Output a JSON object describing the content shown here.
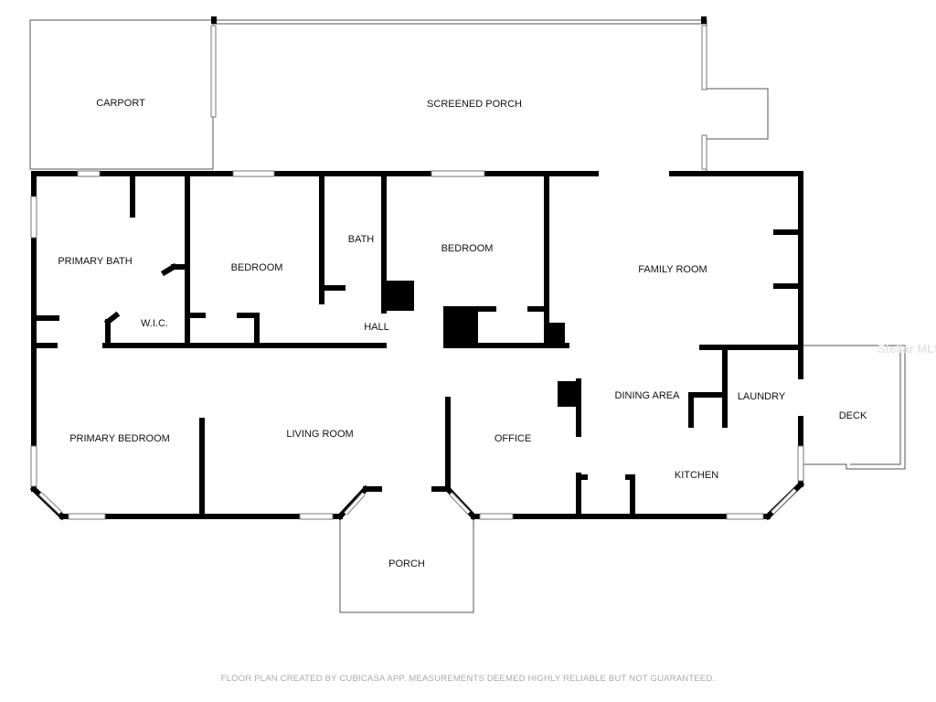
{
  "rooms": {
    "carport": "CARPORT",
    "screened_porch": "SCREENED PORCH",
    "primary_bath": "PRIMARY BATH",
    "bedroom_1": "BEDROOM",
    "bath": "BATH",
    "bedroom_2": "BEDROOM",
    "family_room": "FAMILY ROOM",
    "wic": "W.I.C.",
    "hall": "HALL",
    "primary_bedroom": "PRIMARY BEDROOM",
    "living_room": "LIVING ROOM",
    "office": "OFFICE",
    "dining_area": "DINING AREA",
    "laundry": "LAUNDRY",
    "kitchen": "KITCHEN",
    "deck": "DECK",
    "porch": "PORCH"
  },
  "watermark": "Stellar MLS",
  "footer": "FLOOR PLAN CREATED BY CUBICASA APP. MEASUREMENTS DEEMED HIGHLY RELIABLE BUT NOT GUARANTEED."
}
